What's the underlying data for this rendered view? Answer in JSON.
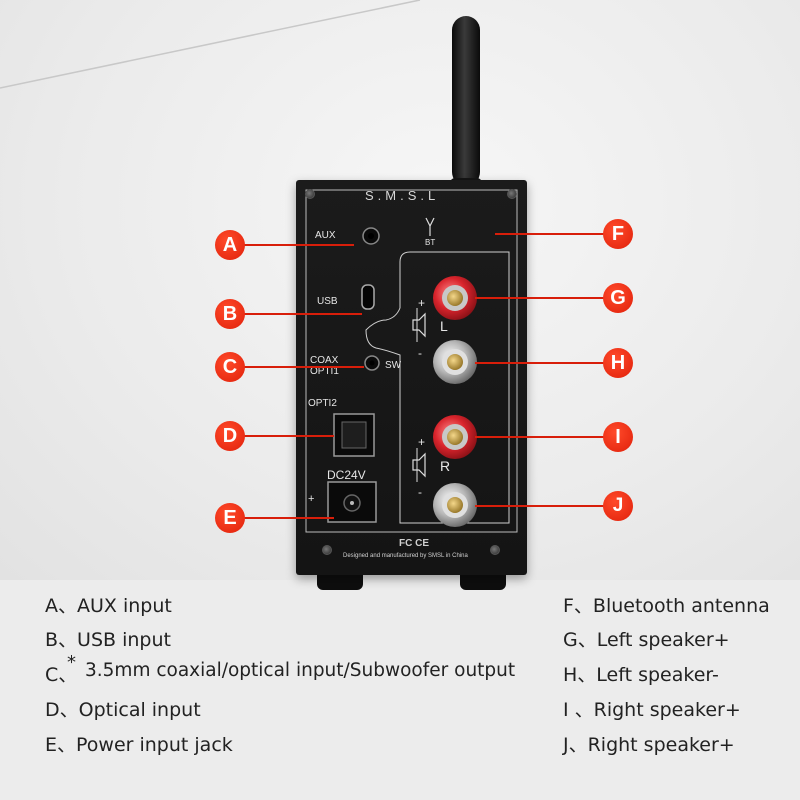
{
  "device": {
    "brand": "S.M.S.L",
    "silk_aux": "AUX",
    "silk_bt": "BT",
    "silk_usb": "USB",
    "silk_coax": "COAX",
    "silk_opti1": "OPTI1",
    "silk_sw": "SW",
    "silk_opti2": "OPTI2",
    "silk_dc": "DC24V",
    "silk_left": "L",
    "silk_right": "R",
    "silk_plus_l": "+",
    "silk_minus_l": "-",
    "silk_plus_r": "+",
    "silk_minus_r": "-",
    "silk_polarity": "+",
    "cert": "FC CE",
    "footer": "Designed and manufactured by SMSL in China"
  },
  "callouts": [
    "A",
    "B",
    "C",
    "D",
    "E",
    "F",
    "G",
    "H",
    "I",
    "J"
  ],
  "legend": {
    "left": [
      "A、AUX input",
      "B、USB input",
      "C、",
      "D、Optical input",
      "E、Power input jack"
    ],
    "c_star": "*",
    "c_text": "3.5mm coaxial/optical input/Subwoofer output",
    "right": [
      "F、Bluetooth antenna",
      "G、Left speaker+",
      "H、Left speaker-",
      "I 、Right speaker+",
      "J、Right speaker+"
    ]
  },
  "colors": {
    "callout": "#e0200a",
    "panel": "#161616",
    "text": "#222222"
  }
}
